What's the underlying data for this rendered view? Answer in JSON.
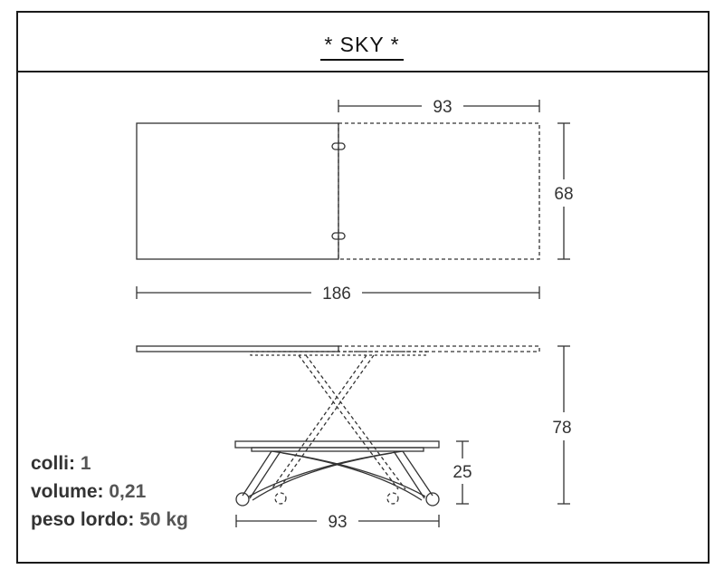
{
  "title": "* SKY *",
  "dimensions": {
    "top_extension_width": "93",
    "top_depth": "68",
    "top_total_length": "186",
    "height_max": "78",
    "height_min": "25",
    "base_width": "93"
  },
  "specs": [
    {
      "label": "colli",
      "sep": ":",
      "value": "1"
    },
    {
      "label": "volume",
      "sep": ":",
      "value": "0,21"
    },
    {
      "label": "peso lordo",
      "sep": ":",
      "value": "50 kg"
    }
  ]
}
